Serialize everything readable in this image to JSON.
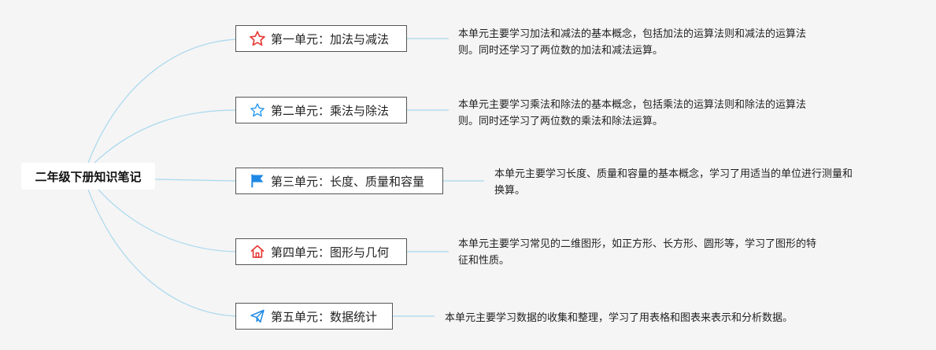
{
  "root": {
    "title": "二年级下册知识笔记"
  },
  "units": [
    {
      "title": "第一单元：加法与减法",
      "icon": "star-outline-red-icon",
      "note": "本单元主要学习加法和减法的基本概念，包括加法的运算法则和减法的运算法则。同时还学习了两位数的加法和减法运算。",
      "note_lines": [
        "本单元主要学习加法和减法的基本概念，包括加法的运算法则和减法的运算法",
        "则。同时还学习了两位数的加法和减法运算。"
      ]
    },
    {
      "title": "第二单元：乘法与除法",
      "icon": "star-outline-blue-icon",
      "note": "本单元主要学习乘法和除法的基本概念，包括乘法的运算法则和除法的运算法则。同时还学习了两位数的乘法和除法运算。",
      "note_lines": [
        "本单元主要学习乘法和除法的基本概念，包括乘法的运算法则和除法的运算法",
        "则。同时还学习了两位数的乘法和除法运算。"
      ]
    },
    {
      "title": "第三单元：长度、质量和容量",
      "icon": "flag-icon",
      "note": "本单元主要学习长度、质量和容量的基本概念，学习了用适当的单位进行测量和换算。",
      "note_lines": [
        "本单元主要学习长度、质量和容量的基本概念，学习了用适当的单位进行测量和",
        "换算。"
      ]
    },
    {
      "title": "第四单元：图形与几何",
      "icon": "home-icon",
      "note": "本单元主要学习常见的二维图形，如正方形、长方形、圆形等，学习了图形的特征和性质。",
      "note_lines": [
        "本单元主要学习常见的二维图形，如正方形、长方形、圆形等，学习了图形的特",
        "征和性质。"
      ]
    },
    {
      "title": "第五单元：数据统计",
      "icon": "paper-plane-icon",
      "note": "本单元主要学习数据的收集和整理，学习了用表格和图表来表示和分析数据。",
      "note_lines": [
        "本单元主要学习数据的收集和整理，学习了用表格和图表来表示和分析数据。"
      ]
    }
  ],
  "colors": {
    "connector": "#a9d8ee",
    "topic_border": "#555555",
    "star_red": "#e53935",
    "star_blue": "#2196f3",
    "flag": "#1e88e5",
    "home": "#e53935",
    "plane": "#1e88e5"
  }
}
